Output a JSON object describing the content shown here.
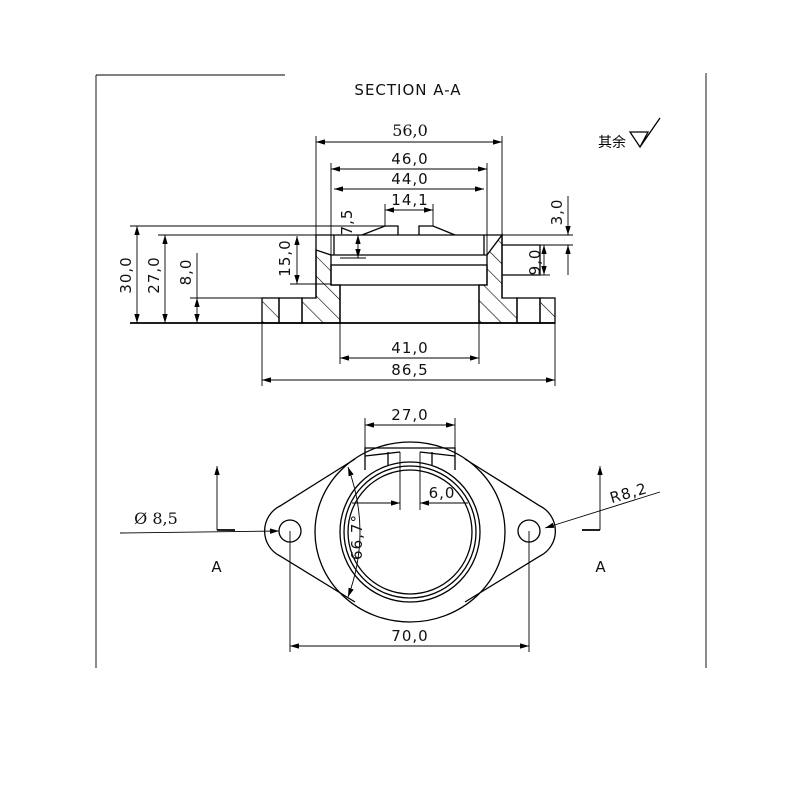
{
  "section_title": "SECTION A-A",
  "roughness_note": "其余",
  "section_dims": {
    "d56": "56,0",
    "d46": "46,0",
    "d44": "44,0",
    "d14_1": "14,1",
    "d7_5": "7,5",
    "d15": "15,0",
    "d30": "30,0",
    "d27": "27,0",
    "d8": "8,0",
    "d3": "3,0",
    "d9": "9,0",
    "d41": "41,0",
    "d86_5": "86,5"
  },
  "plan_dims": {
    "d27": "27,0",
    "d6": "6,0",
    "angle": "66,7°",
    "hole": "Ø 8,5",
    "radius": "R8,2",
    "d70": "70,0"
  },
  "section_markers": {
    "left": "A",
    "right": "A"
  }
}
